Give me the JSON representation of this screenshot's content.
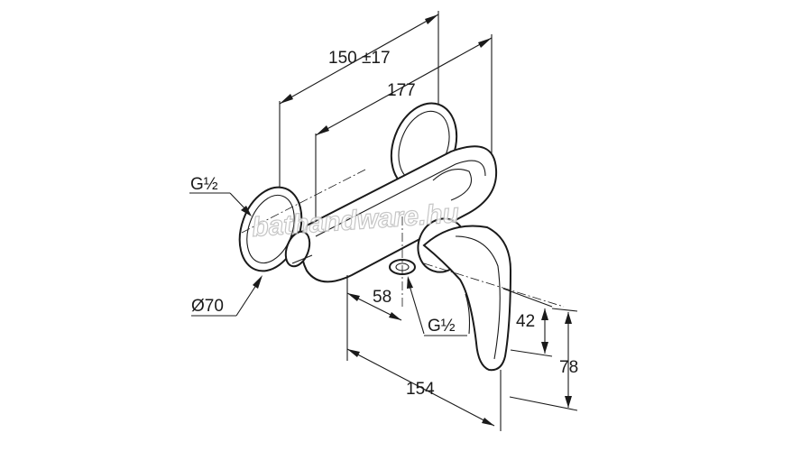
{
  "dimensions": {
    "overall_length": "150 ±17",
    "total_length": "177",
    "connection_left": "G½",
    "diameter": "Ø70",
    "spacing": "58",
    "connection_bottom": "G½",
    "lever_height": "42",
    "total_height": "78",
    "depth": "154"
  },
  "watermark": "bathandware.hu",
  "colors": {
    "line": "#1a1a1a",
    "background": "#ffffff",
    "watermark": "#bdbdbd"
  }
}
